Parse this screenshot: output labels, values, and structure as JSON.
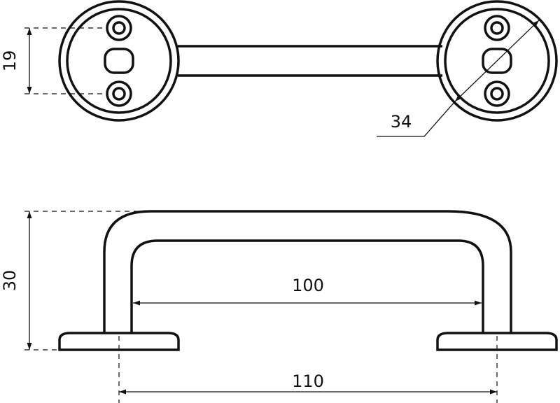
{
  "drawing": {
    "title": "Handle dimensions drawing",
    "dimensions": {
      "hole_spacing": "19",
      "base_diameter": "34",
      "height": "30",
      "inner_width": "100",
      "center_distance": "110"
    },
    "colors": {
      "line": "#111111",
      "background": "#ffffff"
    }
  }
}
